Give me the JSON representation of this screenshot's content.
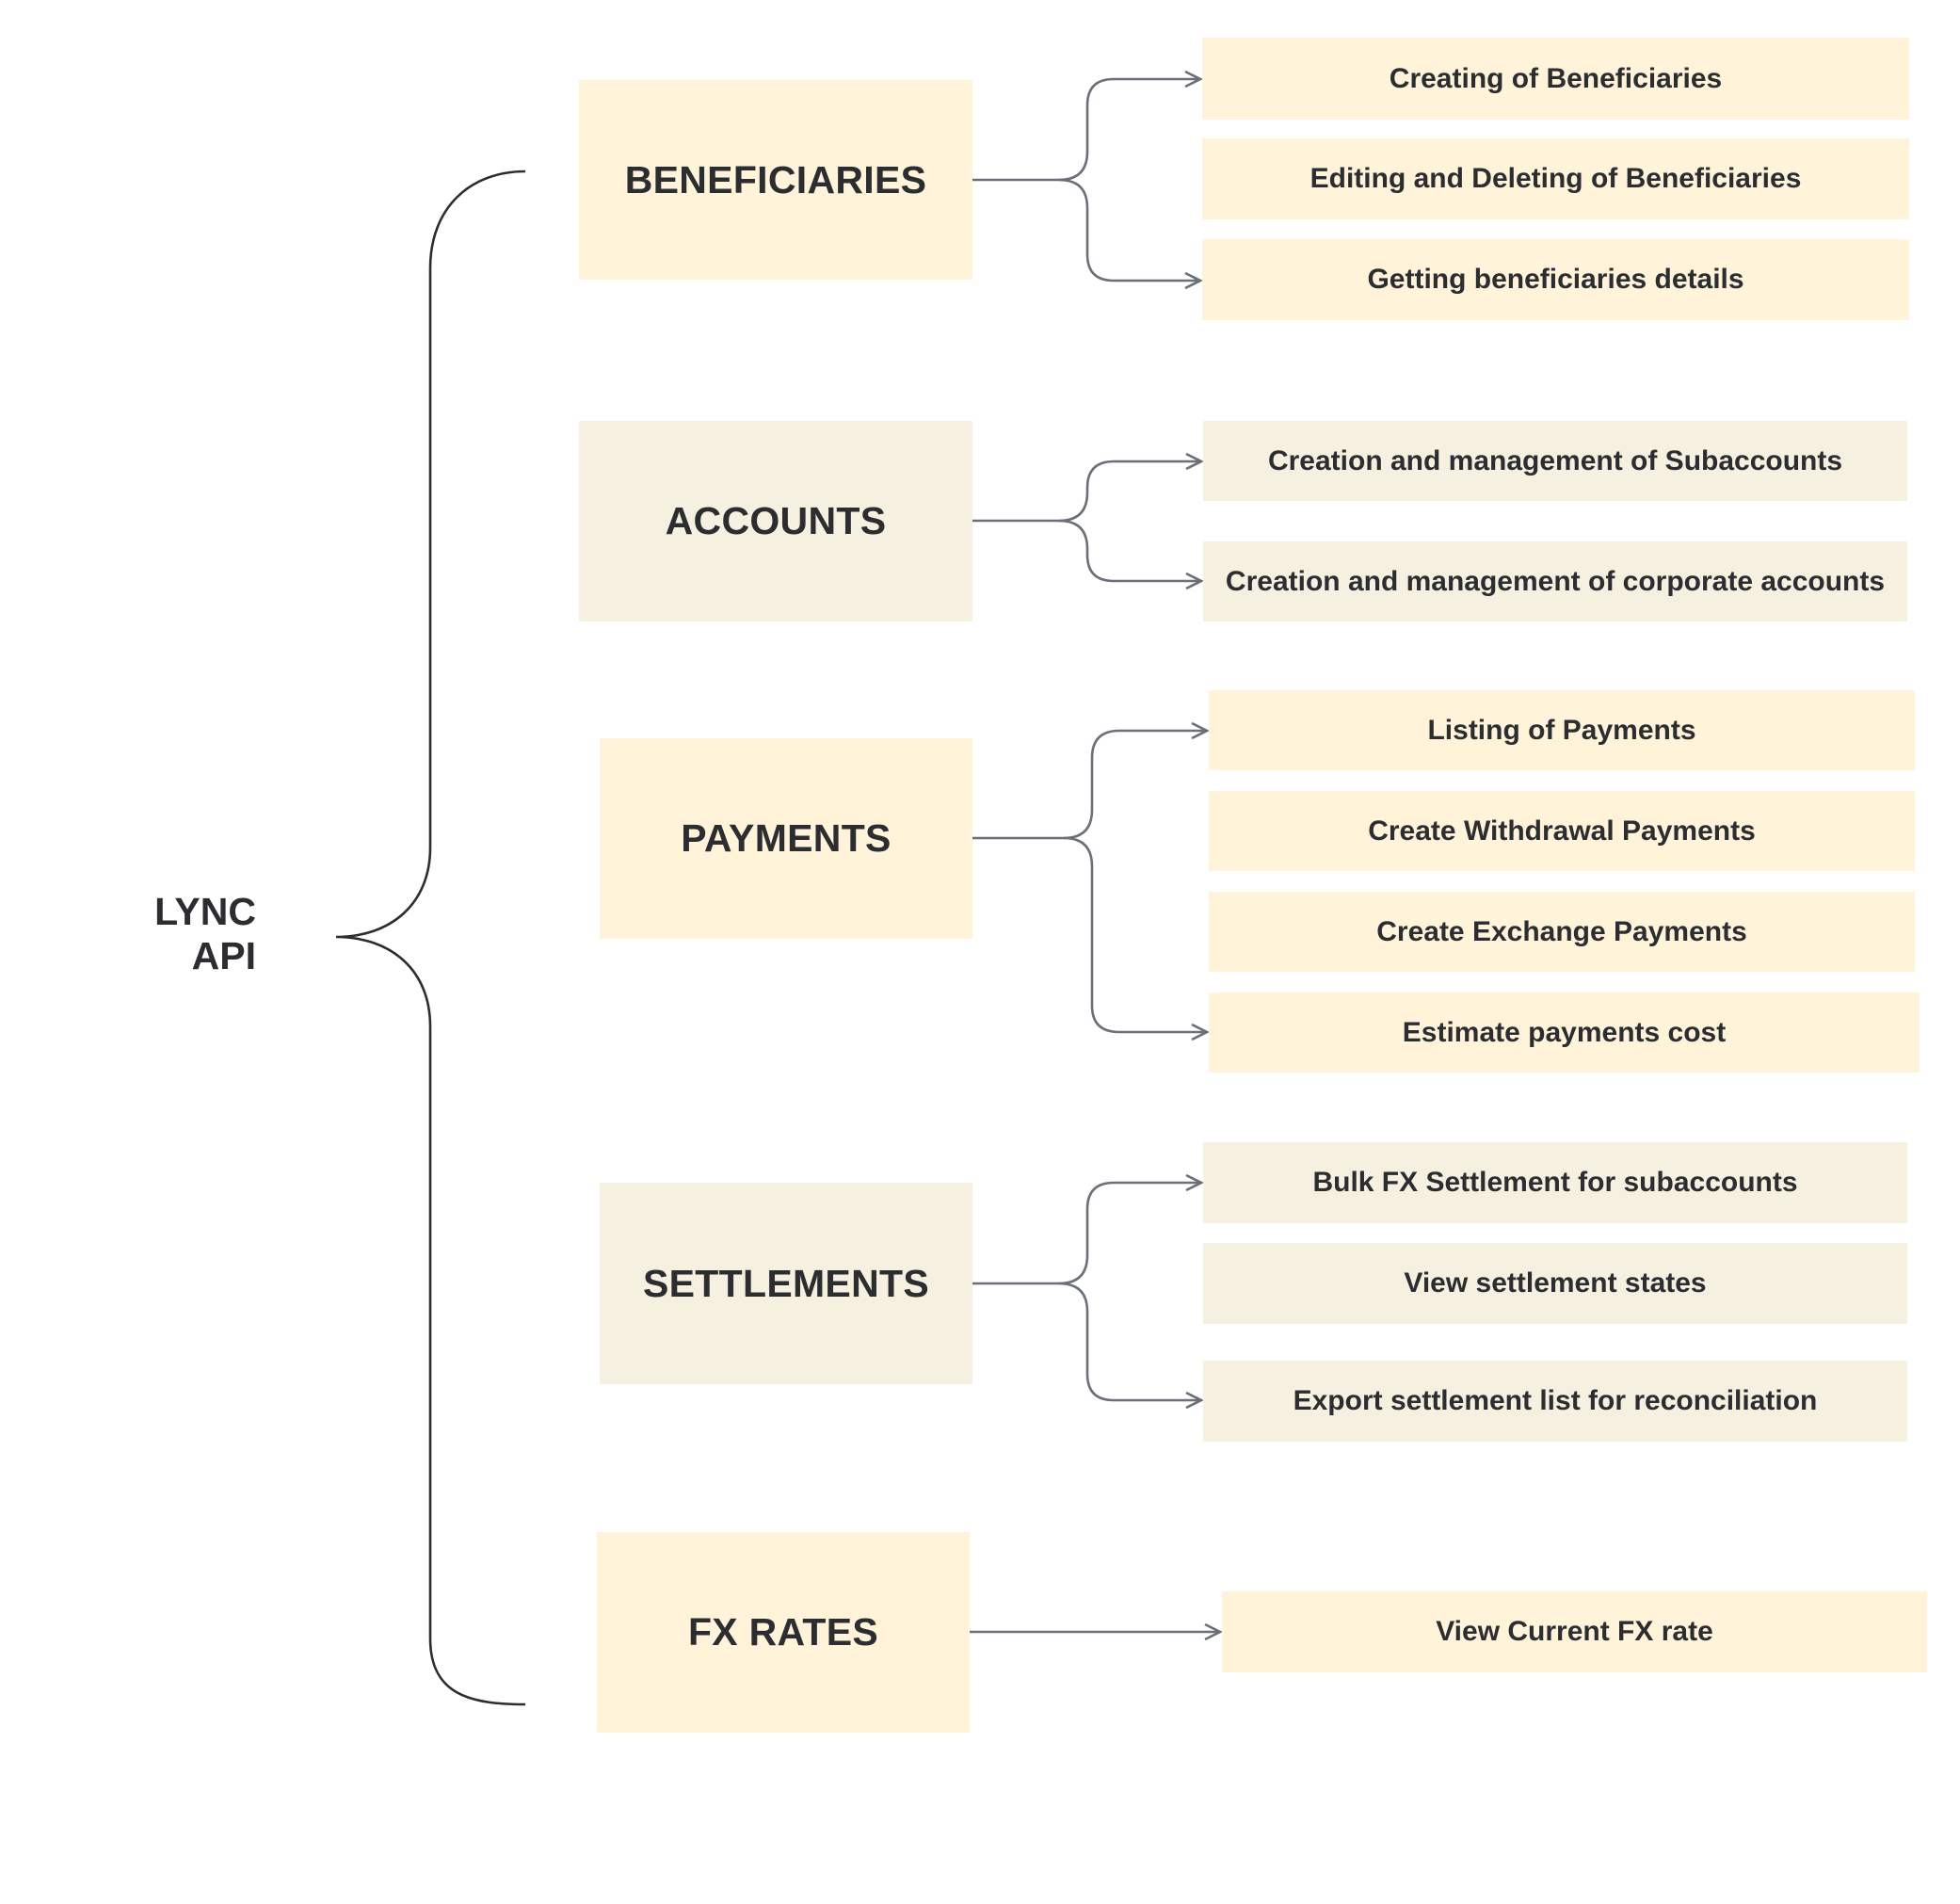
{
  "root": {
    "line1": "LYNC",
    "line2": "API"
  },
  "colors": {
    "yellow": "#fff3da",
    "beige": "#f5f0e0",
    "connector": "#6b6f78",
    "brace": "#2b2d31",
    "text": "#2b2d31"
  },
  "categories": [
    {
      "label": "BENEFICIARIES",
      "items": [
        "Creating of Beneficiaries",
        "Editing and Deleting of Beneficiaries",
        "Getting beneficiaries details"
      ]
    },
    {
      "label": "ACCOUNTS",
      "items": [
        "Creation and management of Subaccounts",
        "Creation and management of corporate accounts"
      ]
    },
    {
      "label": "PAYMENTS",
      "items": [
        "Listing of Payments",
        "Create Withdrawal Payments",
        "Create Exchange Payments",
        "Estimate payments cost"
      ]
    },
    {
      "label": "SETTLEMENTS",
      "items": [
        "Bulk FX Settlement for subaccounts",
        "View settlement states",
        "Export settlement list for reconciliation"
      ]
    },
    {
      "label": "FX RATES",
      "items": [
        "View Current FX rate"
      ]
    }
  ]
}
